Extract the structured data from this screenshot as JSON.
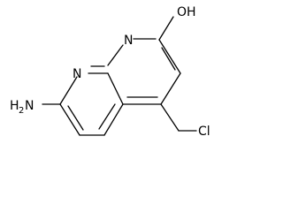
{
  "molecule": {
    "atoms": {
      "hydroxyl": "OH",
      "ring_nitrogen_right": "N",
      "ring_nitrogen_left": "N",
      "amino_main": "H",
      "amino_subscript": "2",
      "amino_tail": "N",
      "chloro": "Cl"
    }
  }
}
